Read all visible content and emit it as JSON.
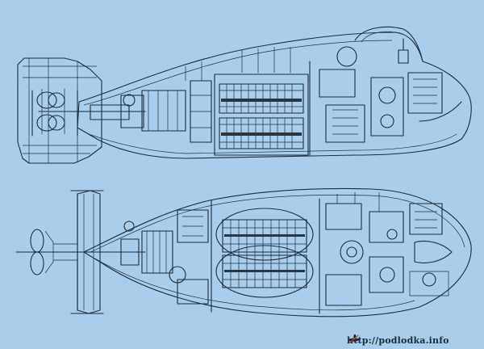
{
  "watermark": {
    "text": "http://podlodka.info"
  },
  "views": [
    {
      "id": "side-view"
    },
    {
      "id": "top-view"
    }
  ],
  "colors": {
    "background": "#a9cdea",
    "ink": "#1f2c3a"
  },
  "icons": {
    "watermark_icon": "submarine-icon"
  }
}
